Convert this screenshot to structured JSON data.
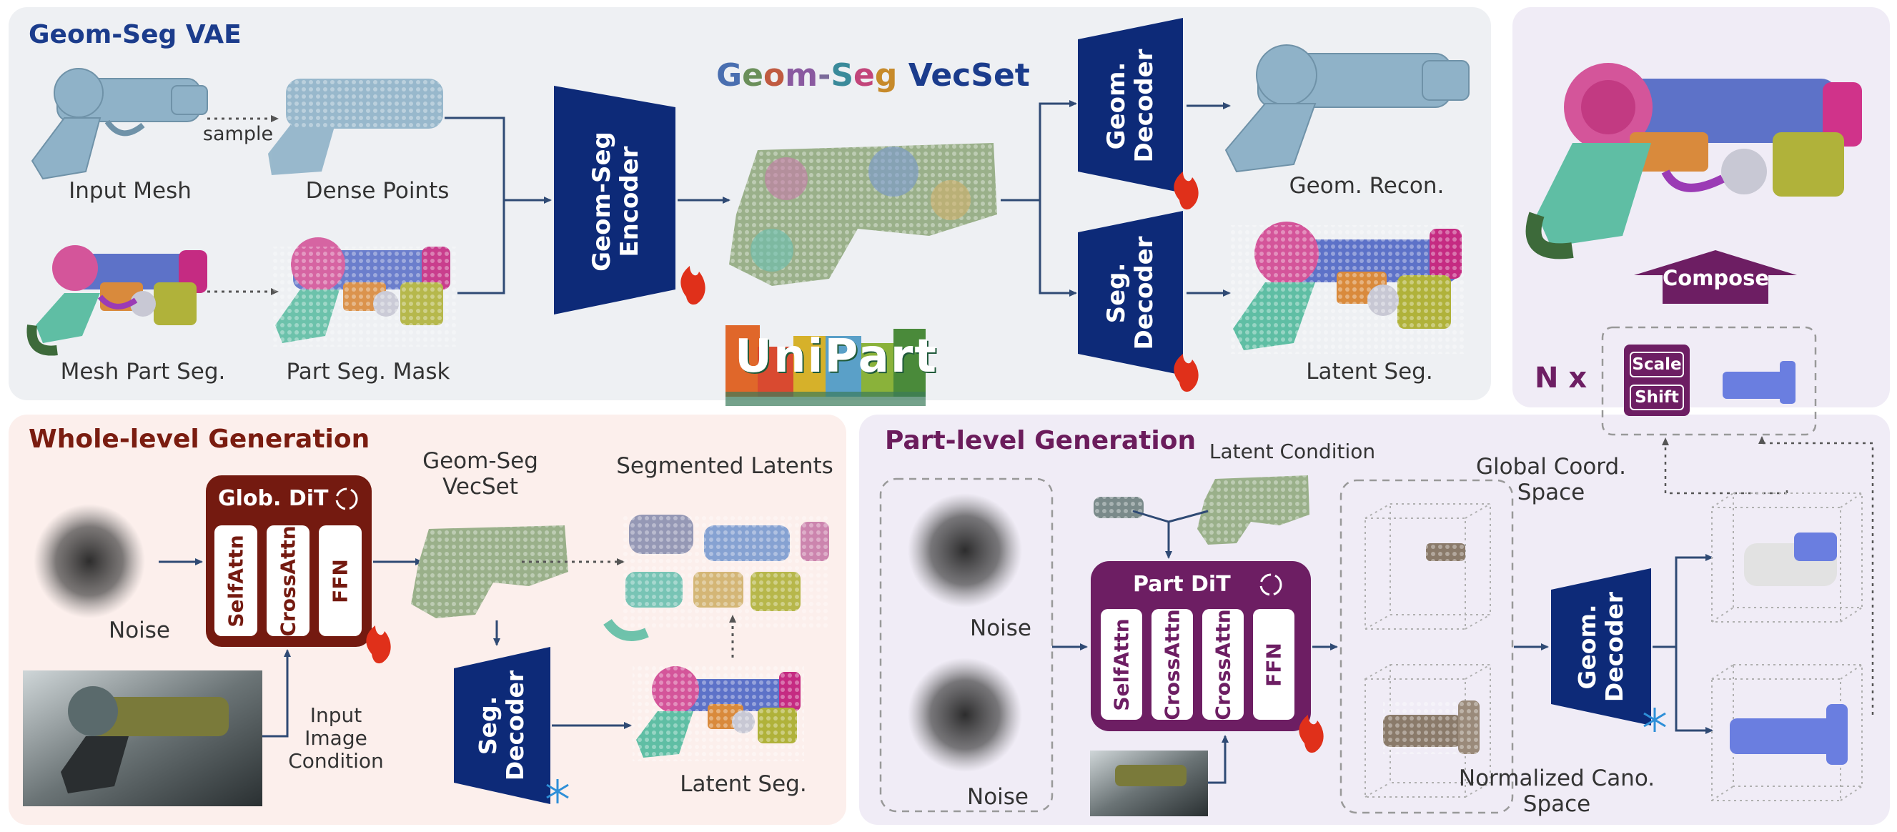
{
  "vae": {
    "title": "Geom-Seg VAE",
    "input_mesh": "Input Mesh",
    "sample": "sample",
    "dense_points": "Dense Points",
    "mesh_part_seg": "Mesh Part Seg.",
    "part_seg_mask": "Part Seg. Mask",
    "encoder_line1": "Geom-Seg",
    "encoder_line2": "Encoder",
    "vecset_title_parts": [
      "G",
      "e",
      "o",
      "m",
      "-",
      "S",
      "e",
      "g",
      " VecSet"
    ],
    "geom_decoder_line1": "Geom.",
    "geom_decoder_line2": "Decoder",
    "geom_recon": "Geom. Recon.",
    "seg_decoder_line1": "Seg.",
    "seg_decoder_line2": "Decoder",
    "latent_seg": "Latent Seg."
  },
  "logo": {
    "text": "UniPart"
  },
  "compose": {
    "label": "Compose",
    "n_x": "N x",
    "scale": "Scale",
    "shift": "Shift"
  },
  "whole": {
    "title": "Whole-level Generation",
    "noise": "Noise",
    "dit_title": "Glob. DiT",
    "cells": [
      "SelfAttn",
      "CrossAttn",
      "FFN"
    ],
    "vecset_line1": "Geom-Seg",
    "vecset_line2": "VecSet",
    "segmented_latents": "Segmented Latents",
    "input_image_line1": "Input",
    "input_image_line2": "Image",
    "input_image_line3": "Condition",
    "seg_decoder_line1": "Seg.",
    "seg_decoder_line2": "Decoder",
    "latent_seg": "Latent Seg."
  },
  "part": {
    "title": "Part-level Generation",
    "latent_condition": "Latent Condition",
    "noise_top": "Noise",
    "noise_bottom": "Noise",
    "dit_title": "Part DiT",
    "cells": [
      "SelfAttn",
      "CrossAttn",
      "CrossAttn",
      "FFN"
    ],
    "global_line1": "Global Coord.",
    "global_line2": "Space",
    "normalized_line1": "Normalized Cano.",
    "normalized_line2": "Space",
    "geom_decoder_line1": "Geom.",
    "geom_decoder_line2": "Decoder"
  },
  "colors": {
    "navy": "#0d2a78",
    "dark_red": "#741a10",
    "plum": "#6d1e63",
    "arrow": "#2f4a74",
    "flame": "#e0301a",
    "snow": "#2e8fd8",
    "vecset_letters": [
      "#4a6fb0",
      "#6a8f5a",
      "#c05a40",
      "#8a5aa0",
      "#7a6a9a",
      "#3a8a9a",
      "#c2457a",
      "#c78a2a",
      "#1b3c8c"
    ]
  }
}
